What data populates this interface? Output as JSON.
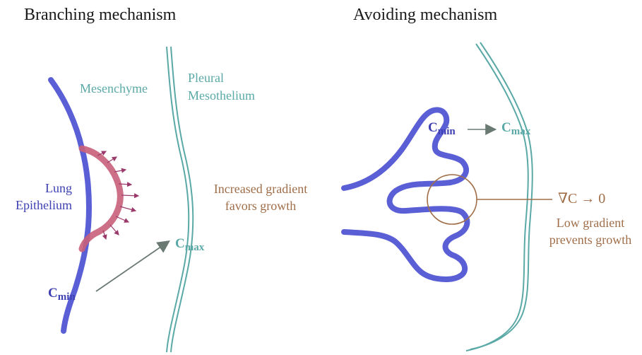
{
  "left_panel": {
    "title": "Branching mechanism",
    "mesenchyme_label": "Mesenchyme",
    "pleural_label_line1": "Pleural",
    "pleural_label_line2": "Mesothelium",
    "lung_label_line1": "Lung",
    "lung_label_line2": "Epithelium",
    "gradient_label_line1": "Increased gradient",
    "gradient_label_line2": "favors growth",
    "cmax": {
      "base": "C",
      "sub": "max"
    },
    "cmin": {
      "base": "C",
      "sub": "min"
    }
  },
  "right_panel": {
    "title": "Avoiding mechanism",
    "cmin": {
      "base": "C",
      "sub": "min"
    },
    "cmax": {
      "base": "C",
      "sub": "max"
    },
    "gradient_zero": "∇C → 0",
    "low_gradient_line1": "Low gradient",
    "low_gradient_line2": "prevents growth"
  },
  "colors": {
    "epithelium": "#5b5fd6",
    "branch_tip": "#c8607a",
    "mesothelium": "#5aa9a6",
    "gradient_text": "#a06e48",
    "arrow": "#6a7a72"
  }
}
